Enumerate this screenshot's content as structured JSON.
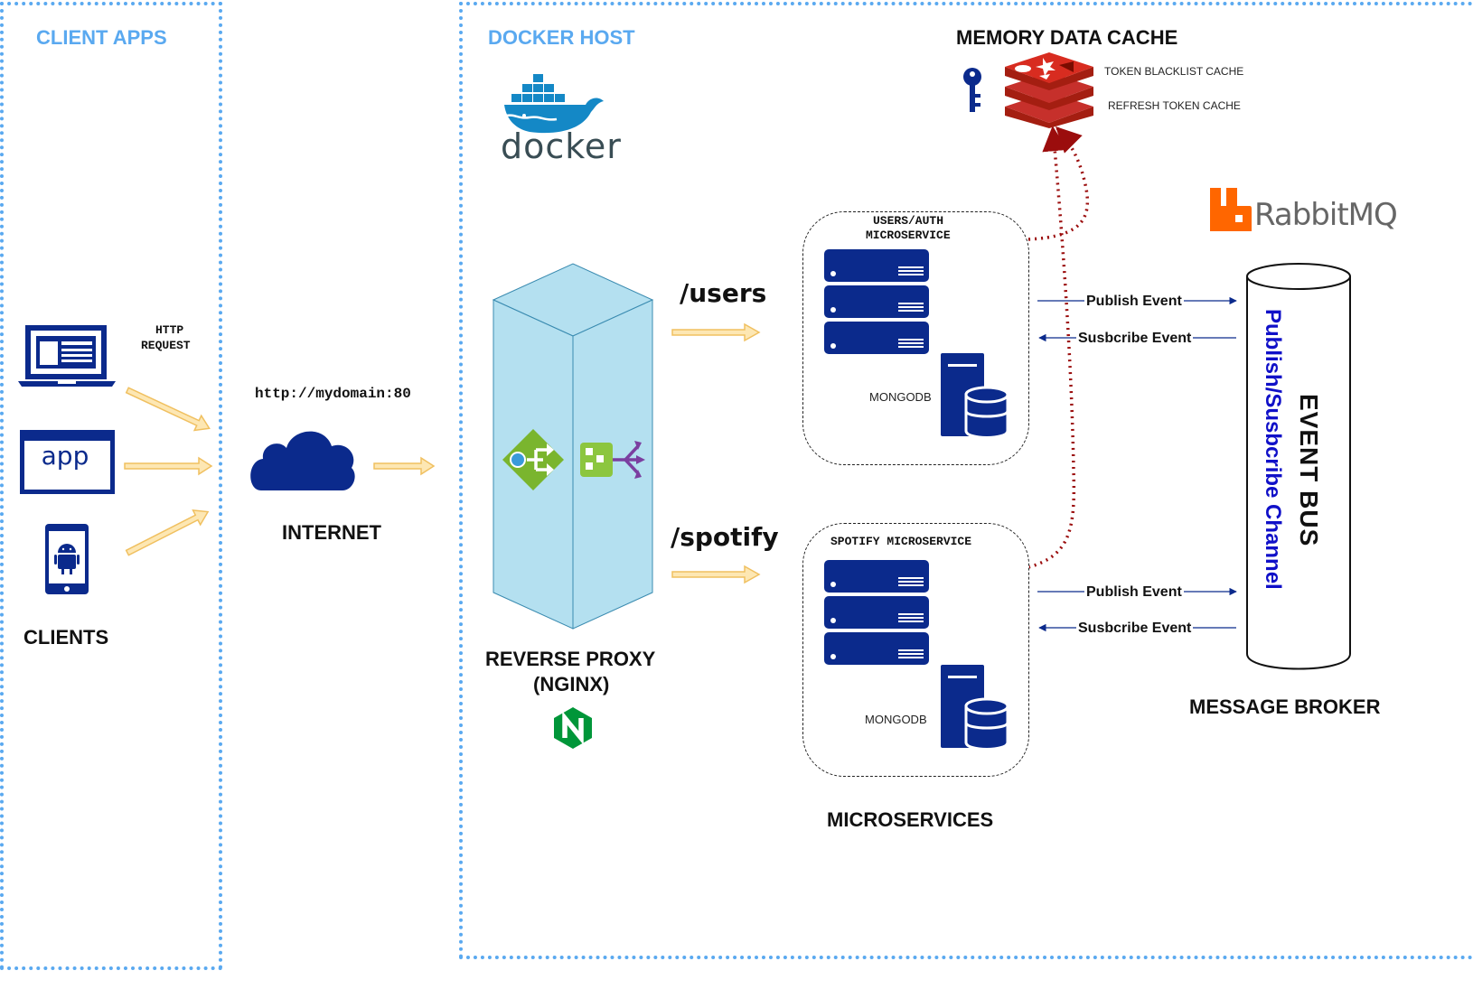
{
  "regions": {
    "client_apps": "CLIENT APPS",
    "docker_host": "DOCKER HOST"
  },
  "clients": {
    "app_icon_text": "app",
    "http_request_line1": "HTTP",
    "http_request_line2": "REQUEST",
    "label": "CLIENTS",
    "icons": [
      "laptop-icon",
      "app-window-icon",
      "android-phone-icon"
    ]
  },
  "internet": {
    "url": "http://mydomain:80",
    "label": "INTERNET",
    "icon": "cloud-icon"
  },
  "docker": {
    "logo_text": "docker",
    "icon": "docker-whale-icon"
  },
  "proxy": {
    "label_line1": "REVERSE PROXY",
    "label_line2": "(NGINX)",
    "route_users": "/users",
    "route_spotify": "/spotify",
    "icons": [
      "load-balancer-icon",
      "router-icon",
      "nginx-logo-icon"
    ]
  },
  "cache": {
    "title": "MEMORY DATA CACHE",
    "token_blacklist": "TOKEN BLACKLIST CACHE",
    "refresh_token": "REFRESH TOKEN CACHE",
    "icons": [
      "key-icon",
      "redis-icon"
    ]
  },
  "microservices": {
    "label": "MICROSERVICES",
    "users": {
      "title_line1": "USERS/AUTH",
      "title_line2": "MICROSERVICE",
      "db_label": "MONGODB",
      "publish": "Publish Event",
      "subscribe": "Susbcribe Event"
    },
    "spotify": {
      "title": "SPOTIFY MICROSERVICE",
      "db_label": "MONGODB",
      "publish": "Publish Event",
      "subscribe": "Susbcribe Event"
    }
  },
  "broker": {
    "logo_text": "RabbitMQ",
    "event_bus": "EVENT BUS",
    "channel": "Publish/Susbcribe Channel",
    "label": "MESSAGE BROKER"
  },
  "colors": {
    "region_border": "#5aa9f0",
    "server_blue": "#0b2a8c",
    "arrow_fill": "#fde7b3",
    "arrow_stroke": "#f0c060",
    "dotted_red": "#9b0d0d",
    "proxy_fill": "#b4e0f0",
    "redis_red": "#c6302b",
    "rabbit_orange": "#ff6600",
    "nginx_green": "#009639"
  }
}
